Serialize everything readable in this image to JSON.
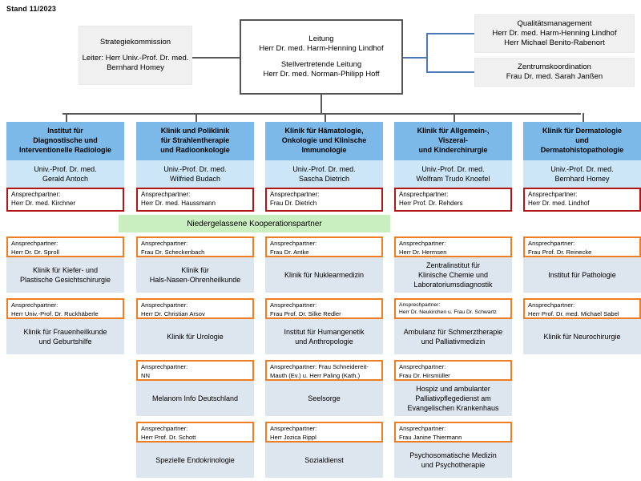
{
  "meta": {
    "stamp": "Stand 11/2023"
  },
  "colors": {
    "dept_title_bg": "#7db9e8",
    "dept_head_bg": "#cce6f8",
    "contact_red_border": "#b01616",
    "contact_orange_border": "#ef7d22",
    "partner_bg": "#dde5ef",
    "green_banner_bg": "#c9eec0",
    "grey_box_bg": "#f0f0f0",
    "connector_dark": "#595959",
    "connector_blue": "#4a79b8"
  },
  "top": {
    "strategy": {
      "lines": [
        "Strategiekommission",
        "",
        "Leiter: Herr Univ.-Prof. Dr. med.",
        "Bernhard Homey"
      ]
    },
    "leadership": {
      "lines": [
        "Leitung",
        "Herr Dr. med. Harm-Henning Lindhof",
        "",
        "Stellvertretende Leitung",
        "Herr Dr. med. Norman-Philipp Hoff"
      ]
    },
    "quality": {
      "lines": [
        "Qualitätsmanagement",
        "Herr Dr. med. Harm-Henning Lindhof",
        "Herr Michael Benito-Rabenort"
      ]
    },
    "coordination": {
      "lines": [
        "Zentrumskoordination",
        "Frau Dr. med. Sarah Janßen"
      ]
    }
  },
  "departments": [
    {
      "title": [
        "Institut für",
        "Diagnostische und",
        "Interventionelle Radiologie"
      ],
      "head": [
        "Univ.-Prof. Dr. med.",
        "Gerald Antoch"
      ],
      "contact": [
        "Ansprechpartner:",
        "Herr Dr. med. Kirchner"
      ]
    },
    {
      "title": [
        "Klinik und Poliklinik",
        "für Strahlentherapie",
        "und Radioonkologie"
      ],
      "head": [
        "Univ.-Prof. Dr. med.",
        "Wilfried Budach"
      ],
      "contact": [
        "Ansprechpartner:",
        "Herr Dr. med. Haussmann"
      ]
    },
    {
      "title": [
        "Klinik für Hämatologie,",
        "Onkologie und Klinische",
        "Immunologie"
      ],
      "head": [
        "Univ.-Prof. Dr. med.",
        "Sascha Dietrich"
      ],
      "contact": [
        "Ansprechpartner:",
        "Frau Dr. Dietrich"
      ]
    },
    {
      "title": [
        "Klinik für Allgemein-,",
        "Viszeral-",
        "und Kinderchirurgie"
      ],
      "head": [
        "Univ.-Prof. Dr. med.",
        "Wolfram Trudo Knoefel"
      ],
      "contact": [
        "Ansprechpartner:",
        "Herr Prof. Dr. Rehders"
      ]
    },
    {
      "title": [
        "Klinik für Dermatologie",
        "und",
        "Dermatohistopathologie"
      ],
      "head": [
        "Univ.-Prof. Dr. med.",
        "Bernhard Homey"
      ],
      "contact": [
        "Ansprechpartner:",
        "Herr Dr. med. Lindhof"
      ]
    }
  ],
  "banner": {
    "label": "Niedergelassene Kooperationspartner"
  },
  "partners": [
    {
      "contact": [
        "Ansprechpartner:",
        "Herr Dr. Dr. Sproll"
      ],
      "name": [
        "Klinik für Kiefer- und",
        "Plastische Gesichtschirurgie"
      ],
      "small": false
    },
    {
      "contact": [
        "Ansprechpartner:",
        "Frau Dr. Scheckenbach"
      ],
      "name": [
        "Klinik für",
        "Hals-Nasen-Ohrenheilkunde"
      ],
      "small": false
    },
    {
      "contact": [
        "Ansprechpartner:",
        "Frau Dr. Antke"
      ],
      "name": [
        "Klinik für Nuklearmedizin"
      ],
      "small": false
    },
    {
      "contact": [
        "Ansprechpartner:",
        "Herr Dr. Hermsen"
      ],
      "name": [
        "Zentralinstitut für",
        "Klinische Chemie und",
        "Laboratoriumsdiagnostik"
      ],
      "small": false
    },
    {
      "contact": [
        "Ansprechpartner:",
        "Frau Prof. Dr. Reinecke"
      ],
      "name": [
        "Institut für Pathologie"
      ],
      "small": false
    },
    {
      "contact": [
        "Ansprechpartner:",
        "Herr Univ.-Prof. Dr. Ruckhäberle"
      ],
      "name": [
        "Klinik für Frauenheilkunde",
        "und Geburtshilfe"
      ],
      "small": false
    },
    {
      "contact": [
        "Ansprechpartner:",
        "Herr Dr. Christian Arsov"
      ],
      "name": [
        "Klinik für Urologie"
      ],
      "small": false
    },
    {
      "contact": [
        "Ansprechpartner:",
        "Frau Prof. Dr. Silke Redler"
      ],
      "name": [
        "Institut für Humangenetik",
        "und Anthropologie"
      ],
      "small": false
    },
    {
      "contact": [
        "Ansprechpartner:",
        "Herr Dr. Neukirchen u. Frau Dr. Schwartz"
      ],
      "name": [
        "Ambulanz für Schmerztherapie",
        "und Palliativmedizin"
      ],
      "small": true
    },
    {
      "contact": [
        "Ansprechpartner:",
        "Herr Prof. Dr. med. Michael Sabel"
      ],
      "name": [
        "Klinik für Neurochirurgie"
      ],
      "small": false
    },
    {
      "contact": [
        "Ansprechpartner:",
        "NN"
      ],
      "name": [
        "Melanom Info Deutschland"
      ],
      "small": false
    },
    {
      "contact": [
        "Ansprechpartner: Frau Schneidereit-",
        "Mauth (Ev.) u. Herr Paling (Kath.)"
      ],
      "name": [
        "Seelsorge"
      ],
      "small": false
    },
    {
      "contact": [
        "Ansprechpartner:",
        "Frau Dr. Hirsmüller"
      ],
      "name": [
        "Hospiz und ambulanter",
        "Palliativpflegedienst am",
        "Evangelischen Krankenhaus"
      ],
      "small": false
    },
    {
      "contact": [
        "Ansprechpartner:",
        "Herr Prof. Dr. Schott"
      ],
      "name": [
        "Spezielle Endokrinologie"
      ],
      "small": false
    },
    {
      "contact": [
        "Ansprechpartner:",
        "Herr Jozica Rippl"
      ],
      "name": [
        "Sozialdienst"
      ],
      "small": false
    },
    {
      "contact": [
        "Ansprechpartner:",
        "Frau Janine Thiermann"
      ],
      "name": [
        "Psychosomatische Medizin",
        "und Psychotherapie"
      ],
      "small": false
    }
  ]
}
